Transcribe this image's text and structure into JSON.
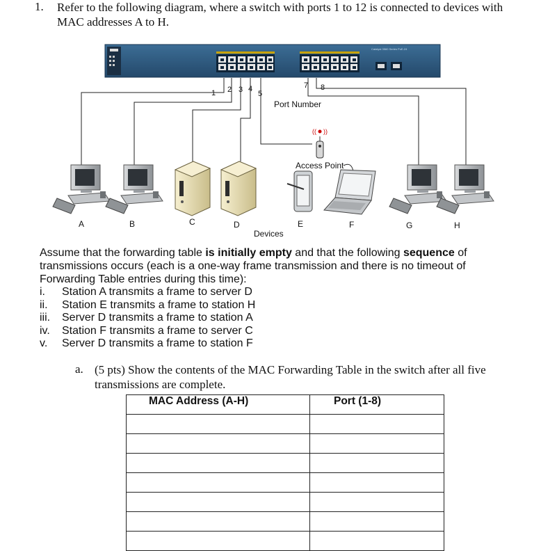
{
  "question": {
    "number": "1.",
    "text": "Refer to the following diagram, where a switch with ports 1 to 12 is connected to devices with MAC addresses A to H."
  },
  "diagram": {
    "switch_label": "Catalyst 3560 Series PoE-24",
    "port_labels": [
      "1",
      "2",
      "3",
      "4",
      "5",
      "7",
      "8"
    ],
    "port_number_label": "Port Number",
    "access_point_label": "Access Point",
    "devices_label": "Devices",
    "device_labels": [
      "A",
      "B",
      "C",
      "D",
      "E",
      "F",
      "G",
      "H"
    ]
  },
  "assume": {
    "part1": "Assume that the forwarding table ",
    "bold1": "is initially empty",
    "part2": " and that the following ",
    "bold2": "sequence",
    "part3": " of transmissions occurs (each is a one-way frame transmission and there is no timeout of Forwarding Table entries during this time):"
  },
  "steps": [
    {
      "num": "i.",
      "text": "Station A transmits a frame to server D"
    },
    {
      "num": "ii.",
      "text": "Station E transmits a frame to station H"
    },
    {
      "num": "iii.",
      "text": "Server D transmits a frame to station A"
    },
    {
      "num": "iv.",
      "text": "Station F transmits a frame to server C"
    },
    {
      "num": "v.",
      "text": "Server D transmits a frame to station F"
    }
  ],
  "subquestion": {
    "letter": "a.",
    "text": "(5 pts) Show the contents of the MAC Forwarding Table in the switch after all five transmissions are complete."
  },
  "table": {
    "headers": [
      "MAC Address (A-H)",
      "Port (1-8)"
    ],
    "empty_rows": 7
  },
  "colors": {
    "switch_body": "#2f5a80",
    "switch_dark": "#1e3d5c",
    "port_face": "#e8e8e8",
    "port_accent": "#c8a000",
    "pc_body": "#b8bcc0",
    "server_body": "#e9e0b8"
  }
}
